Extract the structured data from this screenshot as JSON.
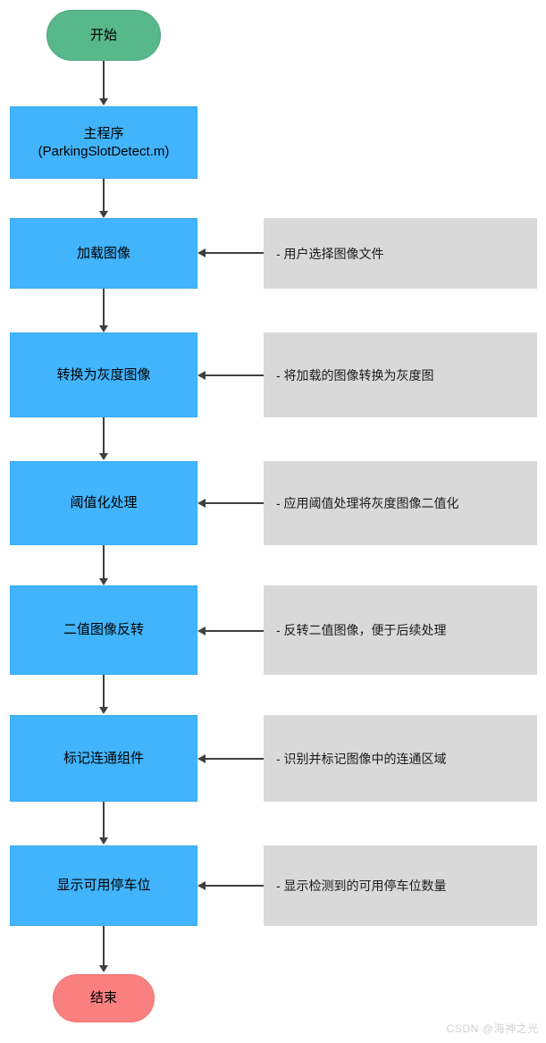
{
  "diagram": {
    "title": "ParkingSlotDetect flowchart",
    "colors": {
      "start_fill": "#57b88a",
      "end_fill": "#f9807f",
      "process_fill": "#41b4fc",
      "note_fill": "#d9d9d9",
      "connector": "#3f3f3f",
      "text": "#000000",
      "watermark": "#d2d2d2"
    },
    "start_node": {
      "label": "开始",
      "shape": "terminator"
    },
    "end_node": {
      "label": "结束",
      "shape": "terminator"
    },
    "steps": [
      {
        "label": "主程序\n(ParkingSlotDetect.m)",
        "note": null
      },
      {
        "label": "加载图像",
        "note": "- 用户选择图像文件"
      },
      {
        "label": "转换为灰度图像",
        "note": "- 将加载的图像转换为灰度图"
      },
      {
        "label": "阈值化处理",
        "note": "- 应用阈值处理将灰度图像二值化"
      },
      {
        "label": "二值图像反转",
        "note": "- 反转二值图像，便于后续处理"
      },
      {
        "label": "标记连通组件",
        "note": "- 识别并标记图像中的连通区域"
      },
      {
        "label": "显示可用停车位",
        "note": "- 显示检测到的可用停车位数量"
      }
    ]
  },
  "watermark": {
    "text": "CSDN @海神之光"
  }
}
